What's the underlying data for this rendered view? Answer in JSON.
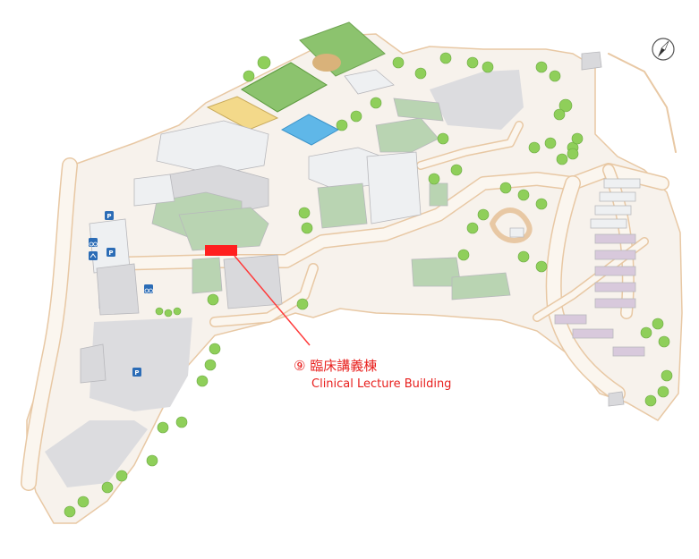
{
  "map": {
    "highlight_label_jp": "⑨ 臨床講義棟",
    "highlight_label_en": "Clinical Lecture Building",
    "parking_symbol": "P",
    "icons": [
      "compass-icon",
      "parking-icon",
      "bicycle-parking-icon",
      "motorcycle-parking-icon",
      "tree-icon"
    ],
    "colors": {
      "highlight": "#ff1f1f",
      "pointer": "#ff3b3b",
      "label": "#e8201e",
      "road": "#fbf6ef",
      "road_outline": "#e8c8a4",
      "building_white": "#eef0f2",
      "building_green": "#b9d4b2",
      "building_grey": "#d9d9dc",
      "field_green": "#8cc36e",
      "court_yellow": "#f3d98a",
      "pool_blue": "#5fb7e8",
      "parking_blue": "#2b6cb6",
      "tree_green": "#8fcf5a"
    }
  }
}
